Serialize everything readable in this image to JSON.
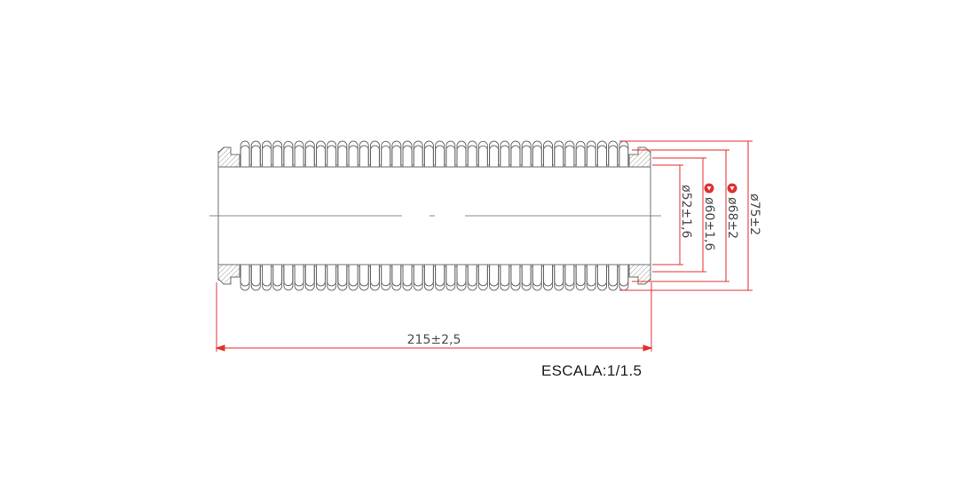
{
  "drawing": {
    "length_label": "215±2,5",
    "diameters": [
      {
        "label": "ø52±1,6",
        "critical": false
      },
      {
        "label": "ø60±1,6",
        "critical": true
      },
      {
        "label": "ø68±2",
        "critical": true
      },
      {
        "label": "ø75±2",
        "critical": false
      }
    ],
    "scale_label": "ESCALA:1/1.5",
    "colors": {
      "dimension_line": "#e0302f",
      "outline": "#6e6e6e",
      "hatch": "#9a9a9a",
      "center_line": "#8a8a8a",
      "critical_marker": "#e0302f"
    }
  }
}
